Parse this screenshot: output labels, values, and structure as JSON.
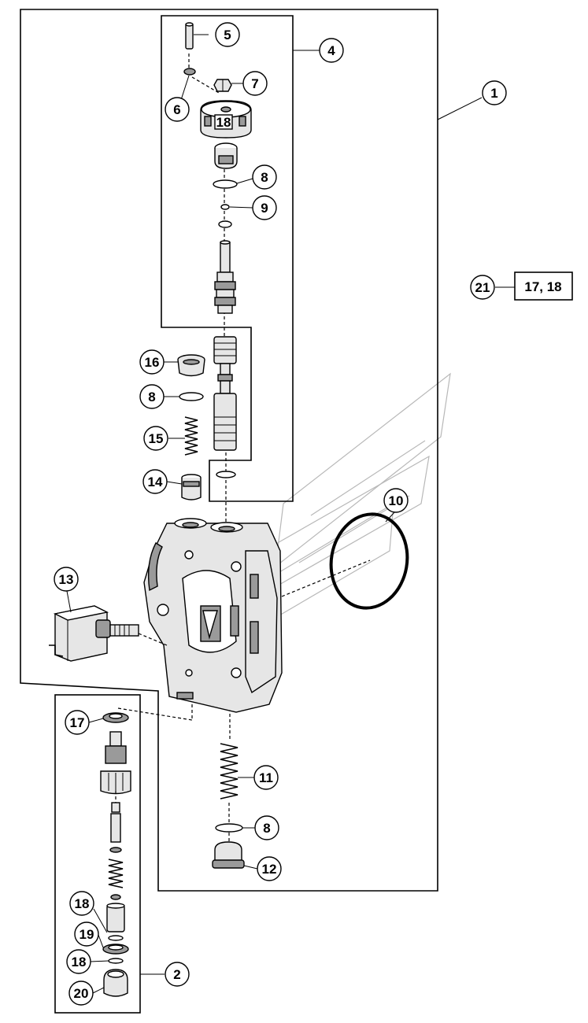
{
  "callouts": [
    {
      "id": "c1",
      "label": "1"
    },
    {
      "id": "c2",
      "label": "2"
    },
    {
      "id": "c4",
      "label": "4"
    },
    {
      "id": "c5",
      "label": "5"
    },
    {
      "id": "c6",
      "label": "6"
    },
    {
      "id": "c7",
      "label": "7"
    },
    {
      "id": "c8a",
      "label": "8"
    },
    {
      "id": "c9",
      "label": "9"
    },
    {
      "id": "c16",
      "label": "16"
    },
    {
      "id": "c8b",
      "label": "8"
    },
    {
      "id": "c15",
      "label": "15"
    },
    {
      "id": "c14",
      "label": "14"
    },
    {
      "id": "c10",
      "label": "10"
    },
    {
      "id": "c13",
      "label": "13"
    },
    {
      "id": "c17",
      "label": "17"
    },
    {
      "id": "c11",
      "label": "11"
    },
    {
      "id": "c8c",
      "label": "8"
    },
    {
      "id": "c12",
      "label": "12"
    },
    {
      "id": "c18a",
      "label": "18"
    },
    {
      "id": "c19",
      "label": "19"
    },
    {
      "id": "c18b",
      "label": "18"
    },
    {
      "id": "c20",
      "label": "20"
    },
    {
      "id": "c21",
      "label": "21"
    }
  ],
  "kit_box": {
    "label": "17, 18"
  },
  "nut_marking": "18"
}
